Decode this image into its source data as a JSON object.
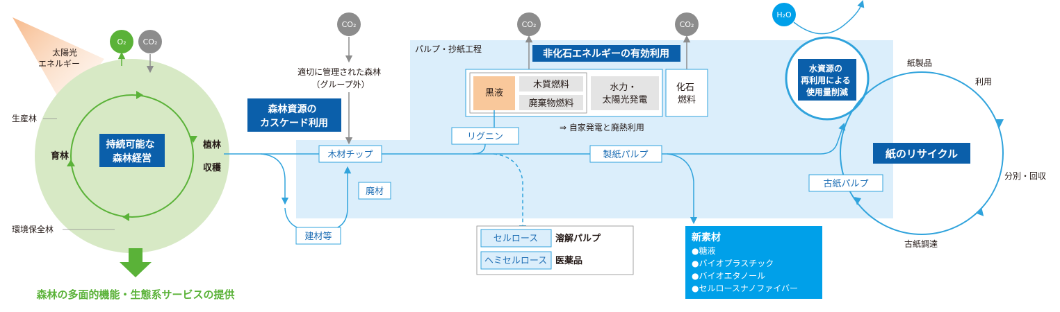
{
  "forest": {
    "sunlight": "太陽光\nエネルギー",
    "o2": "O₂",
    "co2": "CO₂",
    "production_forest": "生産林",
    "environment_forest": "環境保全林",
    "nurture": "育林",
    "plant": "植林",
    "harvest": "収穫",
    "center": "持続可能な\n森林経営",
    "footer": "森林の多面的機能・生態系サービスの提供"
  },
  "supply": {
    "co2": "CO₂",
    "managed_forest": "適切に管理された森林\n（グループ外）",
    "cascade": "森林資源の\nカスケード利用",
    "wood_chip": "木材チップ",
    "waste_wood": "廃材",
    "building": "建材等"
  },
  "process": {
    "title": "パルプ・抄紙工程",
    "co2_left": "CO₂",
    "co2_right": "CO₂",
    "nonfossil": "非化石エネルギーの有効利用",
    "black_liquor": "黒液",
    "wood_fuel": "木質燃料",
    "waste_fuel": "廃棄物燃料",
    "hydro_solar": "水力・\n太陽光発電",
    "fossil": "化石\n燃料",
    "self_power": "⇒ 自家発電と廃熱利用",
    "lignin": "リグニン",
    "paper_pulp": "製紙パルプ",
    "recycled_pulp": "古紙パルプ"
  },
  "dissolving": {
    "cellulose": "セルロース",
    "hemicellulose": "ヘミセルロース",
    "dissolving_pulp": "溶解パルプ",
    "pharma": "医薬品"
  },
  "new_material": {
    "title": "新素材",
    "items": [
      "●糖液",
      "●バイオプラスチック",
      "●バイオエタノール",
      "●セルロースナノファイバー"
    ]
  },
  "water": {
    "h2o": "H₂O",
    "reuse": "水資源の\n再利用による\n使用量削減"
  },
  "recycle": {
    "center": "紙のリサイクル",
    "paper_products": "紙製品",
    "use": "利用",
    "sort": "分別・回収",
    "procure": "古紙調達"
  },
  "colors": {
    "green": "#5ab238",
    "light_green": "#d7e9c5",
    "navy": "#0b5faa",
    "blue_line": "#30a3dc",
    "light_blue": "#dbeefb",
    "gray": "#8c8c8c",
    "orange": "#f9c89b",
    "cyan": "#00a0e9"
  }
}
